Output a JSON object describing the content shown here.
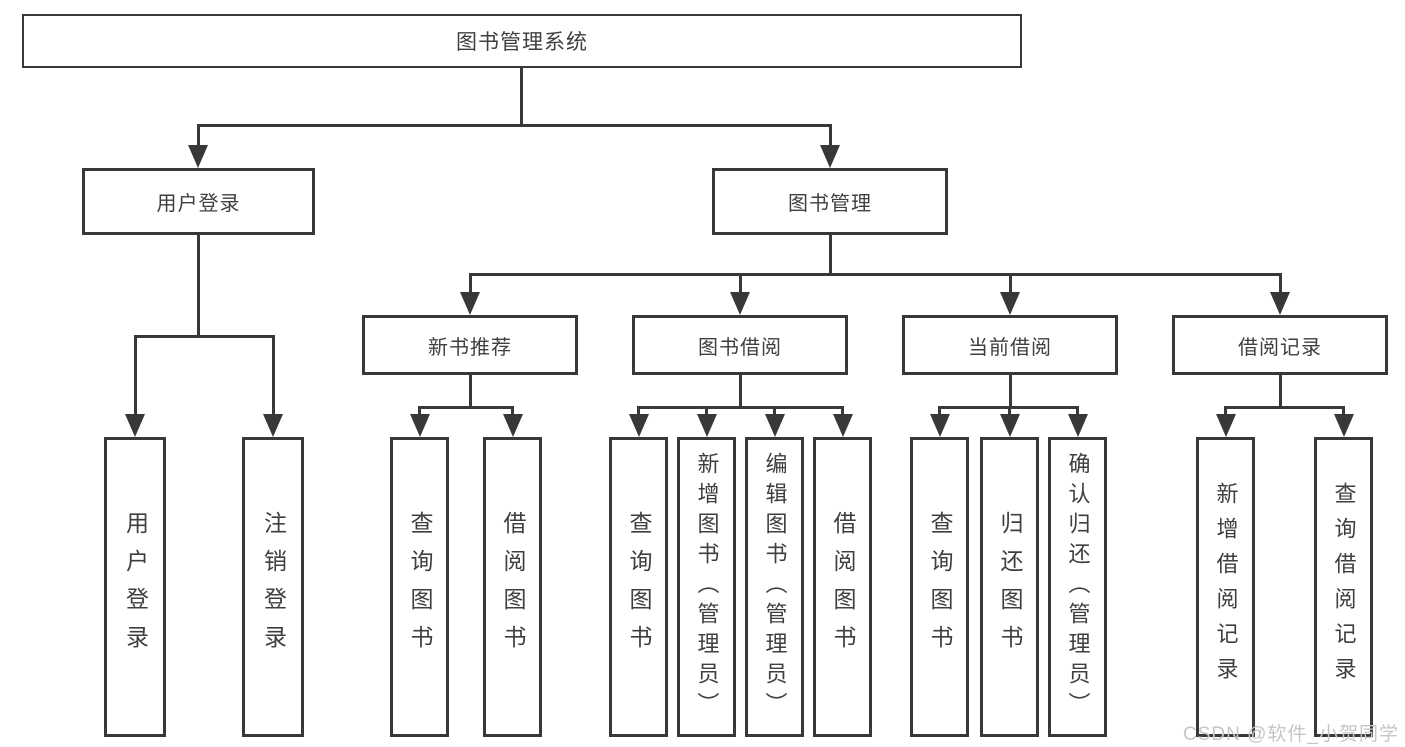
{
  "root": {
    "label": "图书管理系统"
  },
  "branches": {
    "user": {
      "label": "用户登录",
      "leaves": [
        {
          "label": "用户登录"
        },
        {
          "label": "注销登录"
        }
      ]
    },
    "mgmt": {
      "label": "图书管理",
      "groups": [
        {
          "label": "新书推荐",
          "leaves": [
            {
              "label": "查询图书"
            },
            {
              "label": "借阅图书"
            }
          ]
        },
        {
          "label": "图书借阅",
          "leaves": [
            {
              "label": "查询图书"
            },
            {
              "label": "新增图书（管理员）"
            },
            {
              "label": "编辑图书（管理员）"
            },
            {
              "label": "借阅图书"
            }
          ]
        },
        {
          "label": "当前借阅",
          "leaves": [
            {
              "label": "查询图书"
            },
            {
              "label": "归还图书"
            },
            {
              "label": "确认归还（管理员）"
            }
          ]
        },
        {
          "label": "借阅记录",
          "leaves": [
            {
              "label": "新增借阅记录"
            },
            {
              "label": "查询借阅记录"
            }
          ]
        }
      ]
    }
  },
  "watermark": {
    "text": "CSDN @软件_小贺同学"
  },
  "colors": {
    "line": "#383838",
    "text": "#3f3f3f",
    "background": "#ffffff",
    "watermark": "#c6c6c6"
  }
}
